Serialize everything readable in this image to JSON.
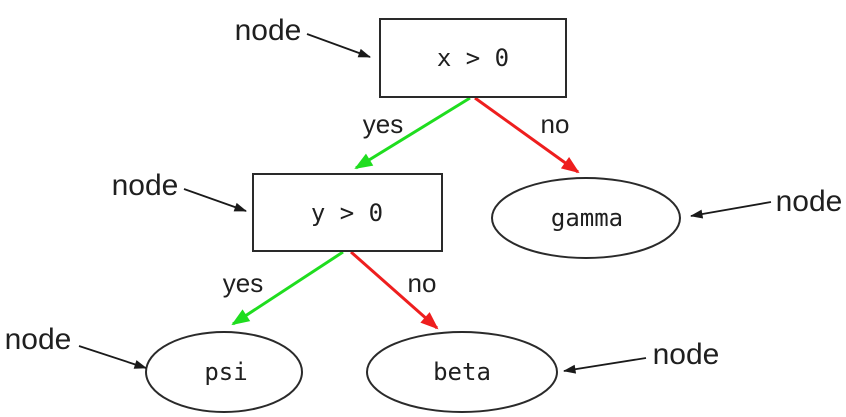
{
  "diagram": {
    "kind": "decision-tree",
    "background": "#ffffff"
  },
  "colors": {
    "edge_yes": "#1fdd1f",
    "edge_no": "#ee1e1e",
    "annotation_arrow": "#1a1a1a",
    "node_border": "#2a2a2a",
    "text": "#1f1f1f"
  },
  "tree": {
    "nodes": [
      {
        "label": "x > 0",
        "shape": "box"
      },
      {
        "label": "y > 0",
        "shape": "box"
      },
      {
        "label": "gamma",
        "shape": "ellipse"
      },
      {
        "label": "psi",
        "shape": "ellipse"
      },
      {
        "label": "beta",
        "shape": "ellipse"
      }
    ],
    "edges": [
      {
        "from": "x > 0",
        "to": "y > 0",
        "label": "yes",
        "color": "green"
      },
      {
        "from": "x > 0",
        "to": "gamma",
        "label": "no",
        "color": "red"
      },
      {
        "from": "y > 0",
        "to": "psi",
        "label": "yes",
        "color": "green"
      },
      {
        "from": "y > 0",
        "to": "beta",
        "label": "no",
        "color": "red"
      }
    ]
  },
  "annotations": [
    {
      "label": "node",
      "target": "x > 0"
    },
    {
      "label": "node",
      "target": "y > 0"
    },
    {
      "label": "node",
      "target": "gamma"
    },
    {
      "label": "node",
      "target": "psi"
    },
    {
      "label": "node",
      "target": "beta"
    }
  ]
}
